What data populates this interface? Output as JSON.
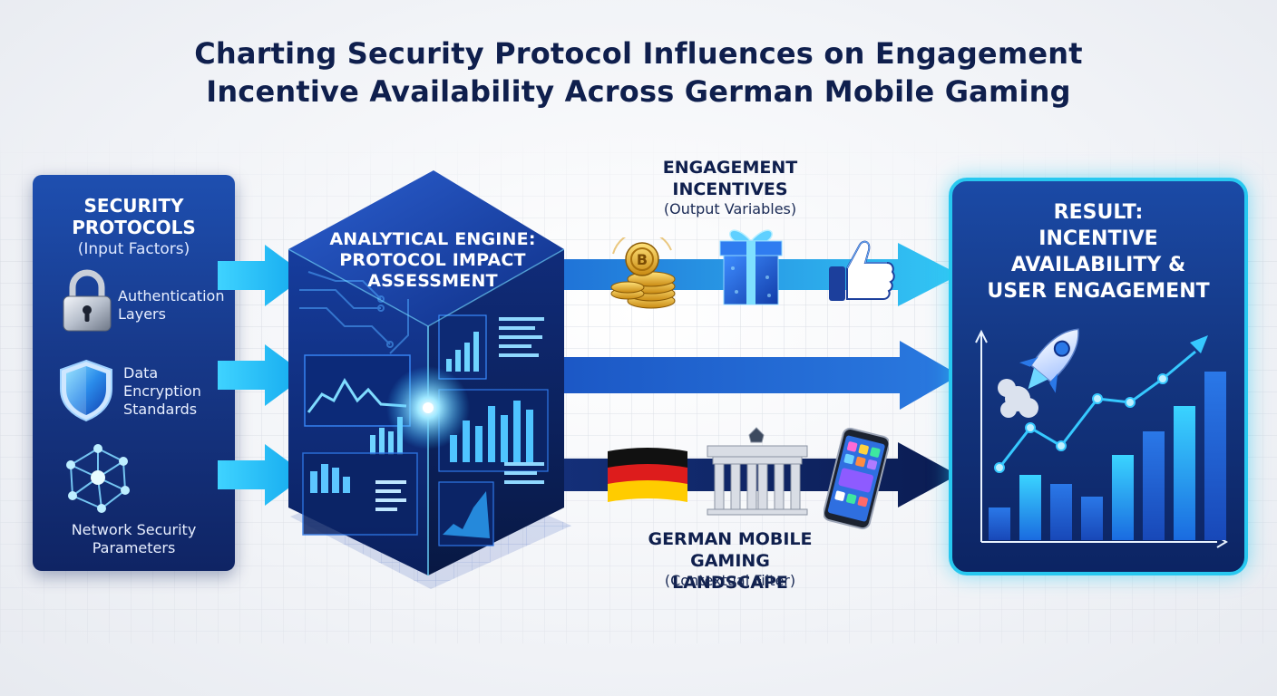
{
  "title": {
    "line1": "Charting Security Protocol Influences on Engagement",
    "line2": "Incentive Availability Across German Mobile Gaming"
  },
  "security_panel": {
    "heading_line1": "SECURITY",
    "heading_line2": "PROTOCOLS",
    "subheading": "(Input Factors)",
    "items": [
      {
        "icon": "padlock-icon",
        "line1": "Authentication",
        "line2": "Layers"
      },
      {
        "icon": "shield-icon",
        "line1": "Data",
        "line2": "Encryption",
        "line3": "Standards"
      },
      {
        "icon": "network-nodes-icon",
        "line1": "Network Security",
        "line2": "Parameters"
      }
    ]
  },
  "engine": {
    "line1": "ANALYTICAL ENGINE:",
    "line2": "PROTOCOL IMPACT",
    "line3": "ASSESSMENT"
  },
  "engagement": {
    "title_line1": "ENGAGEMENT",
    "title_line2": "INCENTIVES",
    "subtitle": "(Output Variables)",
    "icons": [
      "coins-icon",
      "gift-box-icon",
      "thumbs-up-icon"
    ]
  },
  "german_market": {
    "title_line1": "GERMAN MOBILE",
    "title_line2": "GAMING LANDSCAPE",
    "subtitle": "(Contextual Filter)",
    "icons": [
      "germany-flag-icon",
      "brandenburg-gate-icon",
      "smartphone-icon"
    ]
  },
  "result": {
    "line1": "RESULT:",
    "line2": "INCENTIVE",
    "line3": "AVAILABILITY &",
    "line4": "USER ENGAGEMENT",
    "icons": [
      "rocket-icon",
      "growth-chart-icon"
    ]
  },
  "colors": {
    "navy": "#0f1f4d",
    "panel_blue": "#17398a",
    "arrow_cyan": "#23c4f2",
    "glow": "#27c8f0",
    "flag_black": "#111111",
    "flag_red": "#dd1c1c",
    "flag_gold": "#ffcc00"
  }
}
